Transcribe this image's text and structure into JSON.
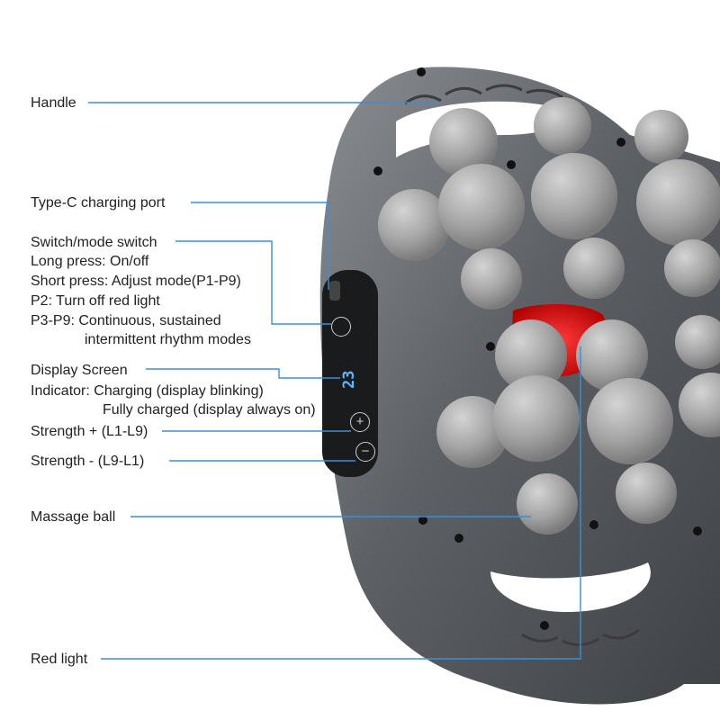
{
  "labels": {
    "handle": "Handle",
    "type_c": "Type-C charging port",
    "switch_title": "Switch/mode switch",
    "long_press": "Long press: On/off",
    "short_press": "Short press: Adjust mode(P1-P9)",
    "p2": "P2: Turn off red light",
    "p3_p9_line1": "P3-P9: Continuous, sustained",
    "p3_p9_line2": "intermittent rhythm modes",
    "display_screen": "Display Screen",
    "indicator_line1": "Indicator: Charging (display blinking)",
    "indicator_line2": "Fully charged (display always on)",
    "strength_plus": "Strength + (L1-L9)",
    "strength_minus": "Strength - (L9-L1)",
    "massage_ball": "Massage ball",
    "red_light": "Red light"
  },
  "device": {
    "display_value": "23",
    "button_plus_symbol": "+",
    "button_minus_symbol": "−"
  },
  "colors": {
    "leader_line": "#3a8fd8",
    "body": "#5a5d62",
    "ball": "#a6a6a6",
    "red_light": "#e01818",
    "display_digits": "#5ab8ff"
  }
}
